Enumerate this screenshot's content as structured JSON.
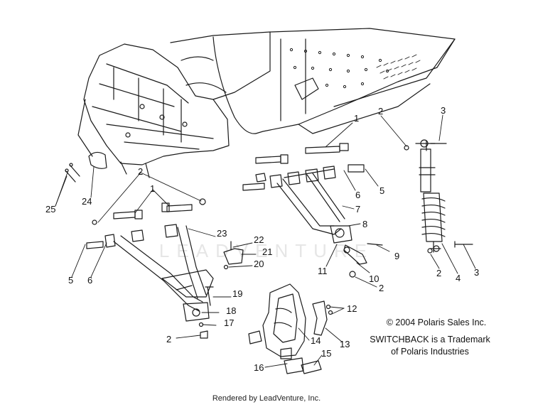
{
  "diagram": {
    "callouts": [
      {
        "id": "c1a",
        "label": "1"
      },
      {
        "id": "c2a",
        "label": "2"
      },
      {
        "id": "c3a",
        "label": "3"
      },
      {
        "id": "c5a",
        "label": "5"
      },
      {
        "id": "c6a",
        "label": "6"
      },
      {
        "id": "c7",
        "label": "7"
      },
      {
        "id": "c8",
        "label": "8"
      },
      {
        "id": "c9",
        "label": "9"
      },
      {
        "id": "c10",
        "label": "10"
      },
      {
        "id": "c11",
        "label": "11"
      },
      {
        "id": "c2b",
        "label": "2"
      },
      {
        "id": "c2c",
        "label": "2"
      },
      {
        "id": "c4",
        "label": "4"
      },
      {
        "id": "c3b",
        "label": "3"
      },
      {
        "id": "c25",
        "label": "25"
      },
      {
        "id": "c24",
        "label": "24"
      },
      {
        "id": "c2d",
        "label": "2"
      },
      {
        "id": "c1b",
        "label": "1"
      },
      {
        "id": "c23",
        "label": "23"
      },
      {
        "id": "c22",
        "label": "22"
      },
      {
        "id": "c21",
        "label": "21"
      },
      {
        "id": "c20",
        "label": "20"
      },
      {
        "id": "c5b",
        "label": "5"
      },
      {
        "id": "c6b",
        "label": "6"
      },
      {
        "id": "c19",
        "label": "19"
      },
      {
        "id": "c18",
        "label": "18"
      },
      {
        "id": "c17",
        "label": "17"
      },
      {
        "id": "c2e",
        "label": "2"
      },
      {
        "id": "c14",
        "label": "14"
      },
      {
        "id": "c12",
        "label": "12"
      },
      {
        "id": "c13",
        "label": "13"
      },
      {
        "id": "c15",
        "label": "15"
      },
      {
        "id": "c16",
        "label": "16"
      }
    ],
    "copyright": "© 2004 Polaris Sales Inc.",
    "trademark_line1": "SWITCHBACK is a Trademark",
    "trademark_line2": "of Polaris Industries",
    "footer": "Rendered by LeadVenture, Inc.",
    "watermark": "LEADVENTURE"
  }
}
